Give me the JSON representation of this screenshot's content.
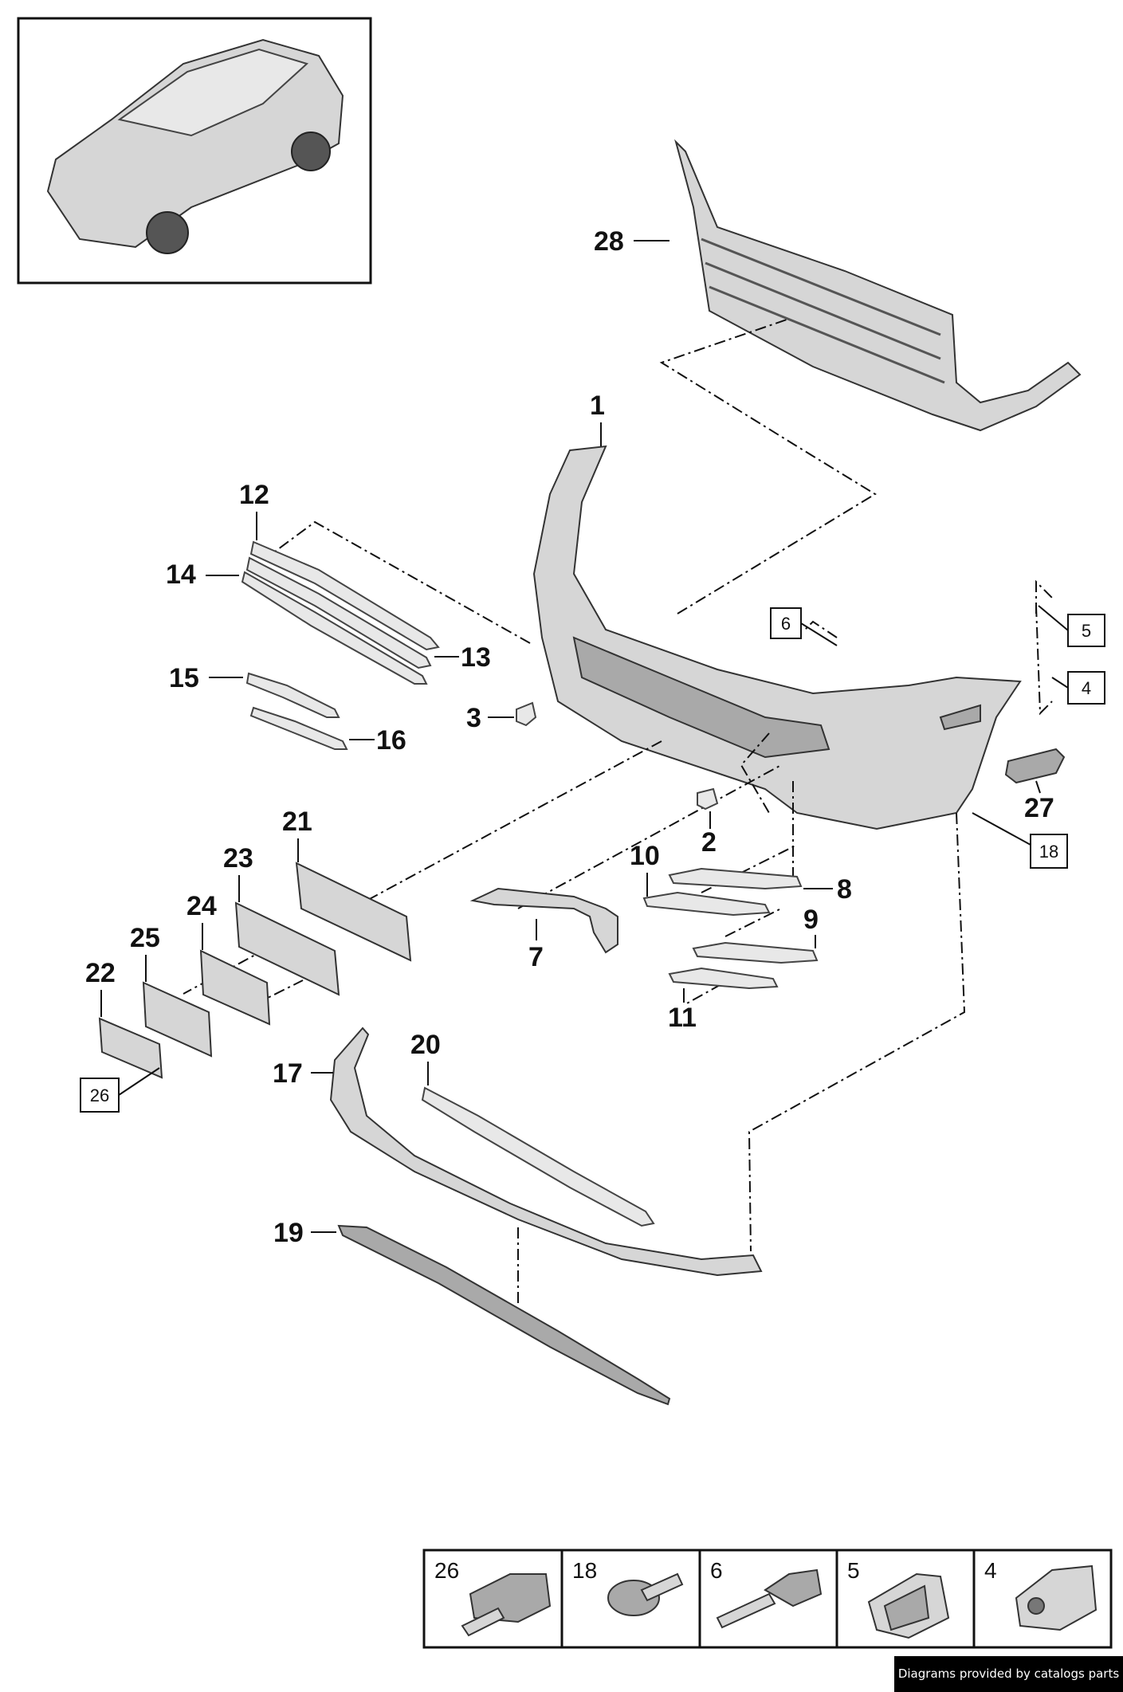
{
  "callouts": {
    "c1": "1",
    "c2": "2",
    "c3": "3",
    "c7": "7",
    "c8": "8",
    "c9": "9",
    "c10": "10",
    "c11": "11",
    "c12": "12",
    "c13": "13",
    "c14": "14",
    "c15": "15",
    "c16": "16",
    "c17": "17",
    "c19": "19",
    "c20": "20",
    "c21": "21",
    "c22": "22",
    "c23": "23",
    "c24": "24",
    "c25": "25",
    "c27": "27",
    "c28": "28"
  },
  "boxed_refs": {
    "b4": "4",
    "b5": "5",
    "b6": "6",
    "b18": "18",
    "b26": "26"
  },
  "hardware_panel": [
    "26",
    "18",
    "6",
    "5",
    "4"
  ],
  "credit": "Diagrams provided by catalogs parts"
}
